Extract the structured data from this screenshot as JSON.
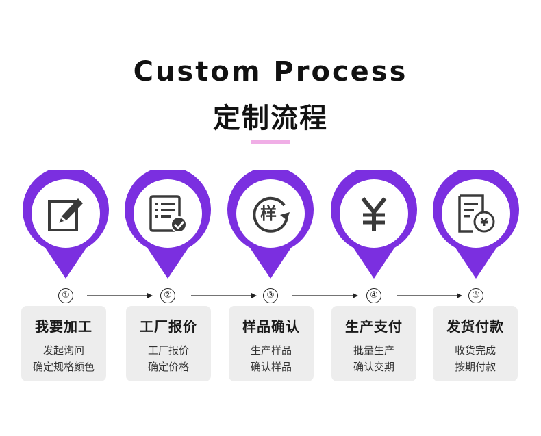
{
  "header": {
    "title_en": "Custom Process",
    "title_cn": "定制流程",
    "accent_color": "#f0aee6"
  },
  "theme": {
    "pin_color": "#7b2fe0",
    "icon_color": "#3a3a3a",
    "card_bg": "#ededed"
  },
  "steps": [
    {
      "number": "①",
      "icon": "edit-document-icon",
      "title": "我要加工",
      "lines": [
        "发起询问",
        "确定规格颜色"
      ]
    },
    {
      "number": "②",
      "icon": "checklist-approved-icon",
      "title": "工厂报价",
      "lines": [
        "工厂报价",
        "确定价格"
      ]
    },
    {
      "number": "③",
      "icon": "sample-refresh-icon",
      "icon_text": "样",
      "title": "样品确认",
      "lines": [
        "生产样品",
        "确认样品"
      ]
    },
    {
      "number": "④",
      "icon": "yuan-icon",
      "icon_text": "¥",
      "title": "生产支付",
      "lines": [
        "批量生产",
        "确认交期"
      ]
    },
    {
      "number": "⑤",
      "icon": "invoice-payment-icon",
      "icon_text": "¥",
      "title": "发货付款",
      "lines": [
        "收货完成",
        "按期付款"
      ]
    }
  ]
}
